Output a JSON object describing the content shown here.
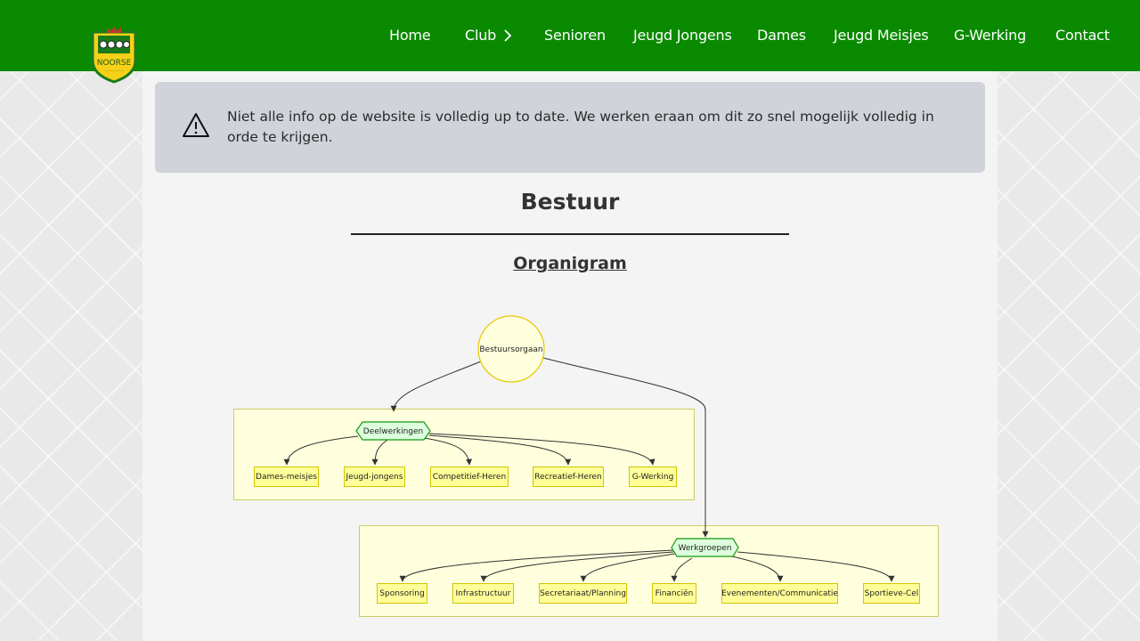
{
  "nav": {
    "items": [
      {
        "label": "Home"
      },
      {
        "label": "Club"
      },
      {
        "label": "Senioren"
      },
      {
        "label": "Jeugd Jongens"
      },
      {
        "label": "Dames"
      },
      {
        "label": "Jeugd Meisjes"
      },
      {
        "label": "G-Werking"
      },
      {
        "label": "Contact"
      }
    ]
  },
  "logo": {
    "text": "NOORSE"
  },
  "alert": {
    "icon": "warning-triangle-icon",
    "text": "Niet alle info op de website is volledig up to date. We werken eraan om dit zo snel mogelijk volledig in orde te krijgen."
  },
  "page": {
    "title": "Bestuur",
    "subtitle": "Organigram"
  },
  "organigram": {
    "root": "Bestuursorgaan",
    "groups": [
      {
        "name": "Deelwerkingen",
        "children": [
          "Dames-meisjes",
          "Jeugd-jongens",
          "Competitief-Heren",
          "Recreatief-Heren",
          "G-Werking"
        ]
      },
      {
        "name": "Werkgroepen",
        "children": [
          "Sponsoring",
          "Infrastructuur",
          "Secretariaat/Planning",
          "Financiën",
          "Evenementen/Communicatie",
          "Sportieve-Cel"
        ]
      }
    ]
  },
  "colors": {
    "topbar": "#0a8a00",
    "alert_bg": "#d0d3da",
    "cluster_fill": "#ffffde",
    "cluster_stroke": "#cccc66",
    "leaf_fill": "#ffff99",
    "leaf_stroke": "#d4c400",
    "hex_fill": "#ddffdd",
    "hex_stroke": "#119911",
    "root_fill": "#ffffde",
    "root_stroke": "#e6c800"
  }
}
